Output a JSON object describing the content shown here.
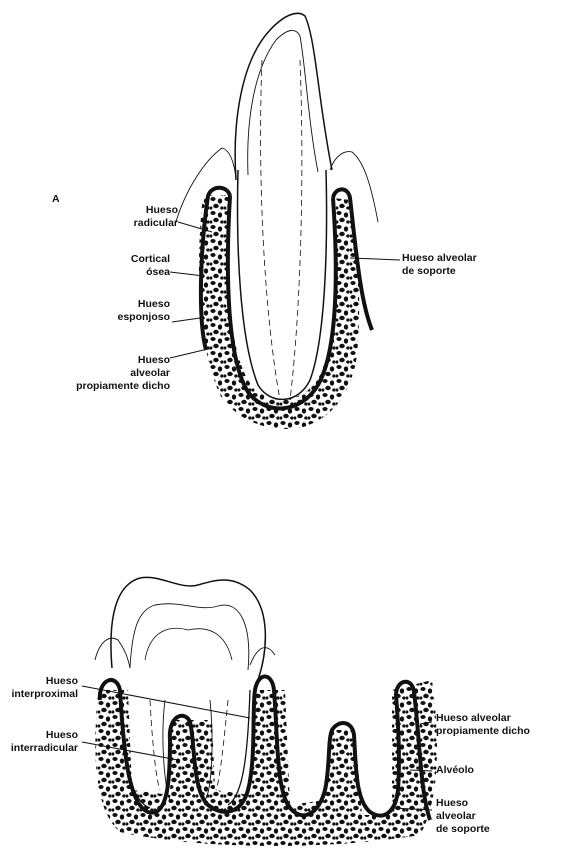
{
  "figure_a": {
    "panel_letter": "A",
    "labels": {
      "hueso_radicular": [
        "Hueso",
        "radicular"
      ],
      "cortical_osea": [
        "Cortical",
        "ósea"
      ],
      "hueso_esponjoso": [
        "Hueso",
        "esponjoso"
      ],
      "hueso_alveolar_propiamente": [
        "Hueso",
        "alveolar",
        "propiamente dicho"
      ],
      "hueso_alveolar_soporte": [
        "Hueso alveolar",
        "de soporte"
      ]
    }
  },
  "figure_b": {
    "labels": {
      "hueso_interproximal": [
        "Hueso",
        "interproximal"
      ],
      "hueso_interradicular": [
        "Hueso",
        "interradicular"
      ],
      "hueso_alveolar_propiamente": [
        "Hueso alveolar",
        "propiamente dicho"
      ],
      "alveolo": [
        "Alvéolo"
      ],
      "hueso_alveolar_soporte": [
        "Hueso",
        "alveolar",
        "de soporte"
      ]
    }
  }
}
